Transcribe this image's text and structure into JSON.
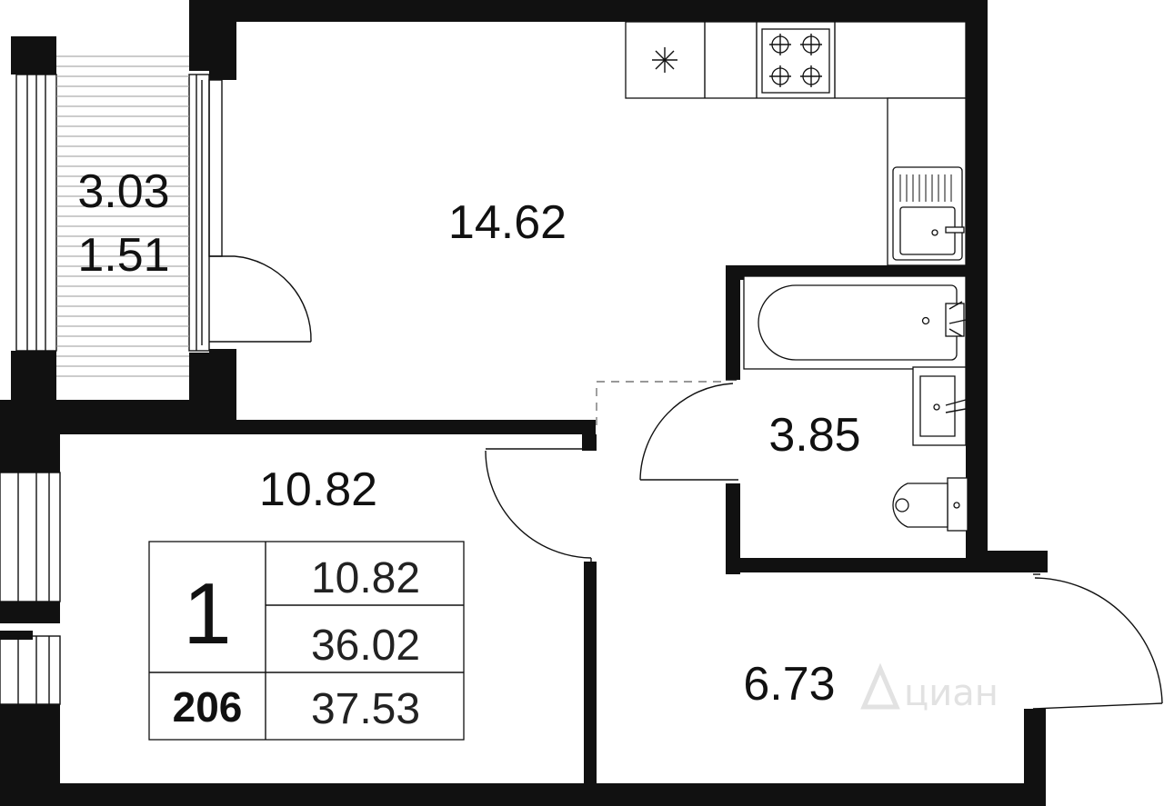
{
  "plan": {
    "rooms": {
      "balcony_total": "3.03",
      "balcony_reduced": "1.51",
      "kitchen_living": "14.62",
      "bedroom": "10.82",
      "bathroom": "3.85",
      "hallway": "6.73"
    },
    "legend": {
      "rooms_count": "1",
      "apartment_number": "206",
      "living_area": "10.82",
      "total_area": "36.02",
      "area_with_balcony": "37.53"
    },
    "watermark": "циан"
  }
}
